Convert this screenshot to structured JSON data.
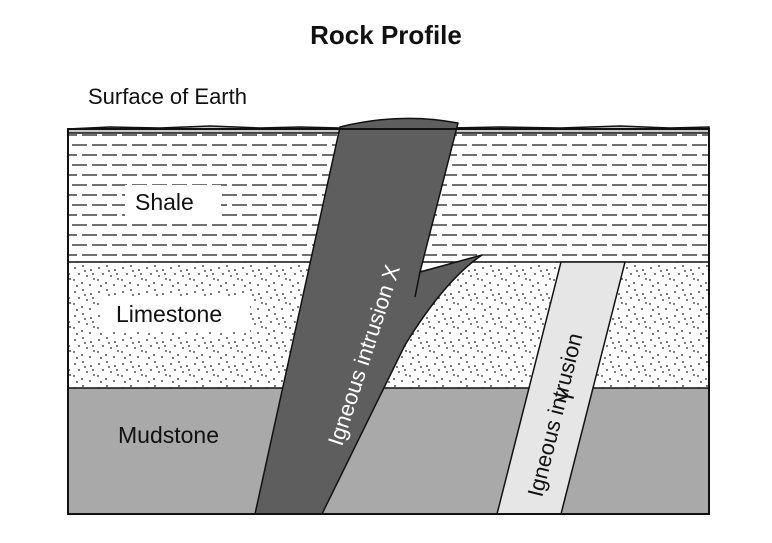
{
  "title": "Rock Profile",
  "surface_caption": "Surface of Earth",
  "layers": [
    {
      "name": "Shale",
      "pattern": "dashes"
    },
    {
      "name": "Limestone",
      "pattern": "dots"
    },
    {
      "name": "Mudstone",
      "pattern": "solid gray"
    }
  ],
  "intrusions": [
    {
      "line1": "Igneous intrusion X",
      "line2": ""
    },
    {
      "line1": "Igneous intrusion",
      "line2": "Y"
    }
  ],
  "colors": {
    "mudstone": "#a9a9a9",
    "intrusion_x": "#5e5e5e",
    "intrusion_y": "#e6e6e6",
    "line": "#111111"
  }
}
